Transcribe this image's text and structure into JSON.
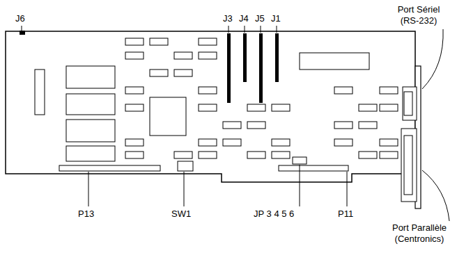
{
  "diagram": {
    "labels": [
      "Port Sériel (RS-232)",
      "J6",
      "J3",
      "J4",
      "J5",
      "J1",
      "P13",
      "SW1",
      "JP 3 4 5 6",
      "P11",
      "Port Parallèle (Centronics)"
    ]
  }
}
